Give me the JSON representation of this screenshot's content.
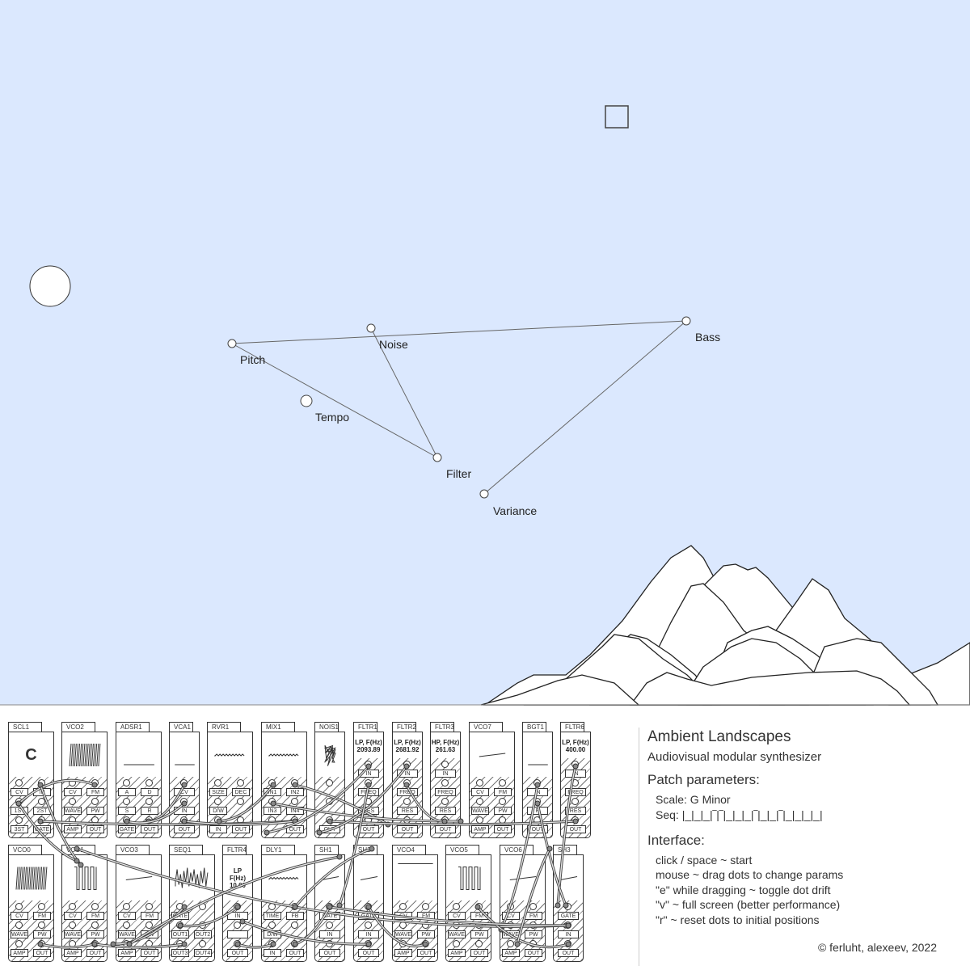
{
  "colors": {
    "sky": "#dbe8fe",
    "ink": "#333333"
  },
  "param_dots": [
    {
      "label": "Pitch"
    },
    {
      "label": "Noise"
    },
    {
      "label": "Bass"
    },
    {
      "label": "Tempo"
    },
    {
      "label": "Filter"
    },
    {
      "label": "Variance"
    }
  ],
  "modules_top": [
    {
      "id": "SCL1",
      "display": {
        "text": [
          "C"
        ],
        "big": true
      },
      "ports": [
        [
          "CV",
          "IN"
        ],
        [
          "1ST",
          "2ST"
        ],
        [
          "3ST",
          "GATE"
        ]
      ]
    },
    {
      "id": "VCO2",
      "display": {
        "wave": "dense-saw"
      },
      "ports": [
        [
          "CV",
          "FM"
        ],
        [
          "WAVE",
          "PW"
        ],
        [
          "AMP",
          "OUT"
        ]
      ]
    },
    {
      "id": "ADSR1",
      "display": {
        "wave": "low-line"
      },
      "ports": [
        [
          "A",
          "D"
        ],
        [
          "S",
          "R"
        ],
        [
          "GATE",
          "OUT"
        ]
      ]
    },
    {
      "id": "VCA1",
      "display": {
        "wave": "low-line"
      },
      "ports": [
        [
          "CV"
        ],
        [
          "IN"
        ],
        [
          "OUT"
        ]
      ]
    },
    {
      "id": "RVR1",
      "display": {
        "wave": "wavy-line"
      },
      "ports": [
        [
          "SIZE",
          "DEC"
        ],
        [
          "D/W",
          null
        ],
        [
          "IN",
          "OUT"
        ]
      ]
    },
    {
      "id": "MIX1",
      "display": {
        "wave": "wavy-line"
      },
      "ports": [
        [
          "IN1",
          "IN2"
        ],
        [
          "IN3",
          "IN4"
        ],
        [
          null,
          "OUT"
        ]
      ]
    },
    {
      "id": "NOIS1",
      "display": {
        "wave": "noise"
      },
      "ports": [
        [
          null
        ],
        [
          null
        ],
        [
          "OUT"
        ]
      ]
    },
    {
      "id": "FLTR1",
      "display": {
        "text": [
          "LP, F(Hz)",
          "2093.89"
        ]
      },
      "ports": [
        [
          "IN"
        ],
        [
          "FREQ"
        ],
        [
          "RES"
        ],
        [
          "OUT"
        ]
      ]
    },
    {
      "id": "FLTR2",
      "display": {
        "text": [
          "LP, F(Hz)",
          "2681.92"
        ]
      },
      "ports": [
        [
          "IN"
        ],
        [
          "FREQ"
        ],
        [
          "RES"
        ],
        [
          "OUT"
        ]
      ]
    },
    {
      "id": "FLTR3",
      "display": {
        "text": [
          "HP, F(Hz)",
          "261.63"
        ]
      },
      "ports": [
        [
          "IN"
        ],
        [
          "FREQ"
        ],
        [
          "RES"
        ],
        [
          "OUT"
        ]
      ]
    },
    {
      "id": "VCO7",
      "display": {
        "wave": "mid-line"
      },
      "ports": [
        [
          "CV",
          "FM"
        ],
        [
          "WAVE",
          "PW"
        ],
        [
          "AMP",
          "OUT"
        ]
      ]
    },
    {
      "id": "BGT1",
      "display": {
        "wave": "low-line"
      },
      "ports": [
        [
          "IN"
        ],
        [
          "P"
        ],
        [
          "OUT"
        ]
      ]
    },
    {
      "id": "FLTR6",
      "display": {
        "text": [
          "LP, F(Hz)",
          "400.00"
        ]
      },
      "ports": [
        [
          "IN"
        ],
        [
          "FREQ"
        ],
        [
          "RES"
        ],
        [
          "OUT"
        ]
      ]
    }
  ],
  "modules_bottom": [
    {
      "id": "VCO0",
      "display": {
        "wave": "dense-saw"
      },
      "ports": [
        [
          "CV",
          "FM"
        ],
        [
          "WAVE",
          "PW"
        ],
        [
          "AMP",
          "OUT"
        ]
      ]
    },
    {
      "id": "VCO1",
      "display": {
        "wave": "square"
      },
      "ports": [
        [
          "CV",
          "FM"
        ],
        [
          "WAVE",
          "PW"
        ],
        [
          "AMP",
          "OUT"
        ]
      ]
    },
    {
      "id": "VCO3",
      "display": {
        "wave": "mid-line"
      },
      "ports": [
        [
          "CV",
          "FM"
        ],
        [
          "WAVE",
          "PW"
        ],
        [
          "AMP",
          "OUT"
        ]
      ]
    },
    {
      "id": "SEQ1",
      "display": {
        "wave": "jagged"
      },
      "ports": [
        [
          "GATE",
          null
        ],
        [
          "OUT1",
          "OUT2"
        ],
        [
          "OUT3",
          "OUT4"
        ]
      ]
    },
    {
      "id": "FLTR4",
      "display": {
        "text": [
          "LP",
          "F(Hz)",
          "10.00"
        ]
      },
      "ports": [
        [
          "IN"
        ],
        [
          ""
        ],
        [
          "OUT"
        ]
      ]
    },
    {
      "id": "DLY1",
      "display": {
        "wave": "wavy-line"
      },
      "ports": [
        [
          "TIME",
          "FB"
        ],
        [
          "D/W",
          null
        ],
        [
          "IN",
          "OUT"
        ]
      ]
    },
    {
      "id": "SH1",
      "display": {
        "wave": "mid-line"
      },
      "ports": [
        [
          "GATE"
        ],
        [
          "IN"
        ],
        [
          "OUT"
        ]
      ]
    },
    {
      "id": "SH2",
      "display": {
        "wave": "mid-line"
      },
      "ports": [
        [
          "GATE"
        ],
        [
          "IN"
        ],
        [
          "OUT"
        ]
      ]
    },
    {
      "id": "VCO4",
      "display": {
        "wave": "high-line"
      },
      "ports": [
        [
          "CV",
          "FM"
        ],
        [
          "WAVE",
          "PW"
        ],
        [
          "AMP",
          "OUT"
        ]
      ]
    },
    {
      "id": "VCO5",
      "display": {
        "wave": "square"
      },
      "ports": [
        [
          "CV",
          "FM"
        ],
        [
          "WAVE",
          "PW"
        ],
        [
          "AMP",
          "OUT"
        ]
      ]
    },
    {
      "id": "VCO6",
      "display": {
        "wave": "mid-line"
      },
      "ports": [
        [
          "CV",
          "FM"
        ],
        [
          "WAVE",
          "PW"
        ],
        [
          "AMP",
          "OUT"
        ]
      ]
    },
    {
      "id": "SH3",
      "display": {
        "wave": "mid-line"
      },
      "ports": [
        [
          "GATE"
        ],
        [
          "IN"
        ],
        [
          "OUT"
        ]
      ]
    }
  ],
  "info": {
    "title": "Ambient Landscapes",
    "subtitle": "Audiovisual modular synthesizer",
    "patch_heading": "Patch parameters:",
    "scale": "Scale: G Minor",
    "seq": "Seq: |_|_|_|‾|‾|_|_|_|‾|_|_|‾|_|_|_|_|",
    "interface_heading": "Interface:",
    "interface_lines": [
      "click / space ~ start",
      "mouse ~ drag dots to change params",
      "\"e\" while dragging ~ toggle dot drift",
      "\"v\" ~ full screen (better performance)",
      "\"r\" ~ reset dots to initial positions"
    ],
    "copyright": "© ferluht, alexeev, 2022"
  }
}
